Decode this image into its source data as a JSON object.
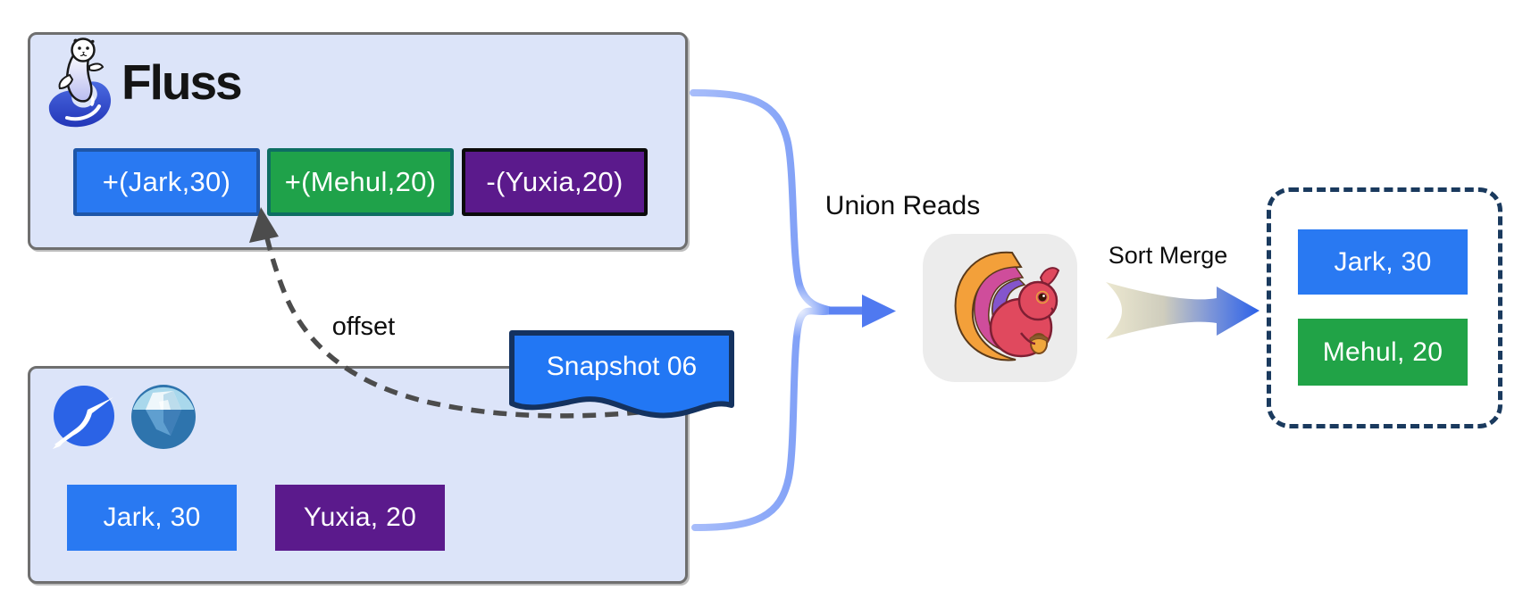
{
  "palette": {
    "panel_fill": "#dce4f9",
    "panel_border": "#6f6f6f",
    "record_blue": "#2979f2",
    "record_blue_border": "#1e56a8",
    "record_green": "#1fa24a",
    "record_green_border": "#0e6e63",
    "record_purple": "#5b1a8c",
    "record_purple_border": "#0b0b0b",
    "snapshot_fill": "#2277f4",
    "snapshot_border": "#14325f",
    "result_border": "#1a3a5e",
    "offset_arrow_gray": "#4c4c4c",
    "brace_blue": "#6189f4"
  },
  "icons": {
    "fluss": "fluss-seal-wave-logo",
    "paimon": "paimon-fish-logo",
    "iceberg": "iceberg-logo",
    "flink": "flink-squirrel-logo"
  },
  "fluss_panel": {
    "title": "Fluss",
    "records": [
      {
        "label": "+(Jark,30)",
        "fill": "#2979f2",
        "border": "#1e56a8"
      },
      {
        "label": "+(Mehul,20)",
        "fill": "#1fa24a",
        "border": "#0e6e63"
      },
      {
        "label": "-(Yuxia,20)",
        "fill": "#5b1a8c",
        "border": "#0b0b0b"
      }
    ]
  },
  "lake_panel": {
    "records": [
      {
        "label": "Jark, 30",
        "fill": "#2979f2"
      },
      {
        "label": "Yuxia, 20",
        "fill": "#5b1a8c"
      }
    ]
  },
  "snapshot_flag": {
    "label": "Snapshot 06",
    "fill": "#2277f4"
  },
  "offset_label": "offset",
  "union_label": "Union Reads",
  "sort_merge_label": "Sort Merge",
  "result_panel": {
    "records": [
      {
        "label": "Jark, 30",
        "fill": "#2979f2"
      },
      {
        "label": "Mehul, 20",
        "fill": "#21a347"
      }
    ]
  }
}
